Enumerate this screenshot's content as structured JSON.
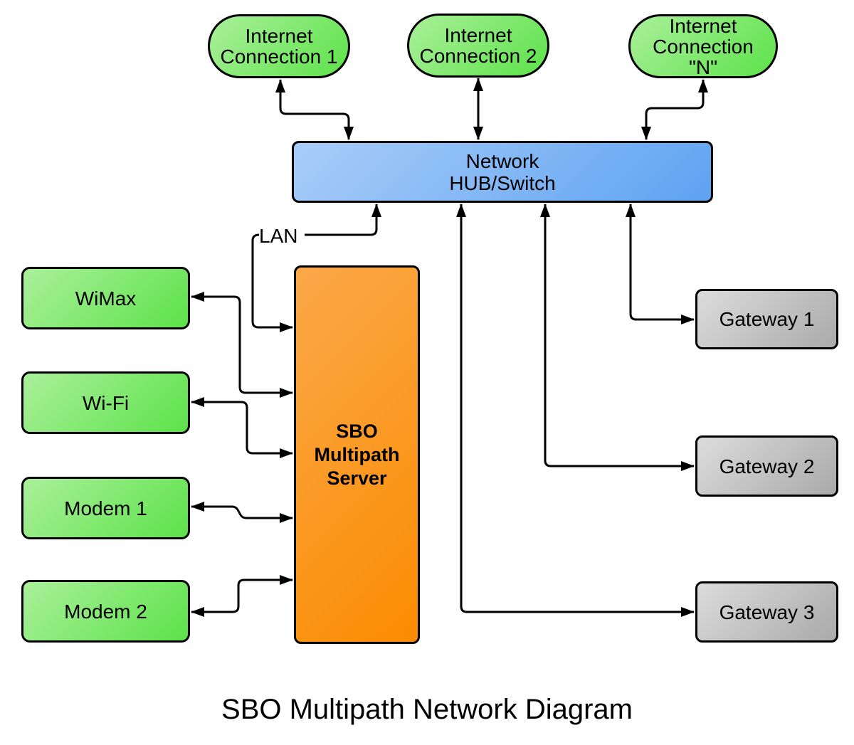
{
  "title": "SBO Multipath Network Diagram",
  "nodes": {
    "internet1": {
      "label": "Internet\nConnection 1"
    },
    "internet2": {
      "label": "Internet\nConnection 2"
    },
    "internetN": {
      "label": "Internet\nConnection\n\"N\""
    },
    "hub": {
      "label": "Network\nHUB/Switch"
    },
    "server": {
      "label": "SBO\nMultipath\nServer"
    },
    "wimax": {
      "label": "WiMax"
    },
    "wifi": {
      "label": "Wi-Fi"
    },
    "modem1": {
      "label": "Modem 1"
    },
    "modem2": {
      "label": "Modem 2"
    },
    "gateway1": {
      "label": "Gateway 1"
    },
    "gateway2": {
      "label": "Gateway 2"
    },
    "gateway3": {
      "label": "Gateway 3"
    }
  },
  "edge_labels": {
    "lan": "LAN"
  },
  "colors": {
    "green_light": "#aaf09a",
    "green_dark": "#5de24a",
    "blue_light": "#a9cdf8",
    "blue_dark": "#5ea2f2",
    "orange_light": "#fba84a",
    "orange_dark": "#fb8c00",
    "gray_light": "#dcdcdc",
    "gray_dark": "#aaaaaa",
    "border": "#000000",
    "connector": "#000000",
    "text": "#000000",
    "background": "#ffffff"
  }
}
